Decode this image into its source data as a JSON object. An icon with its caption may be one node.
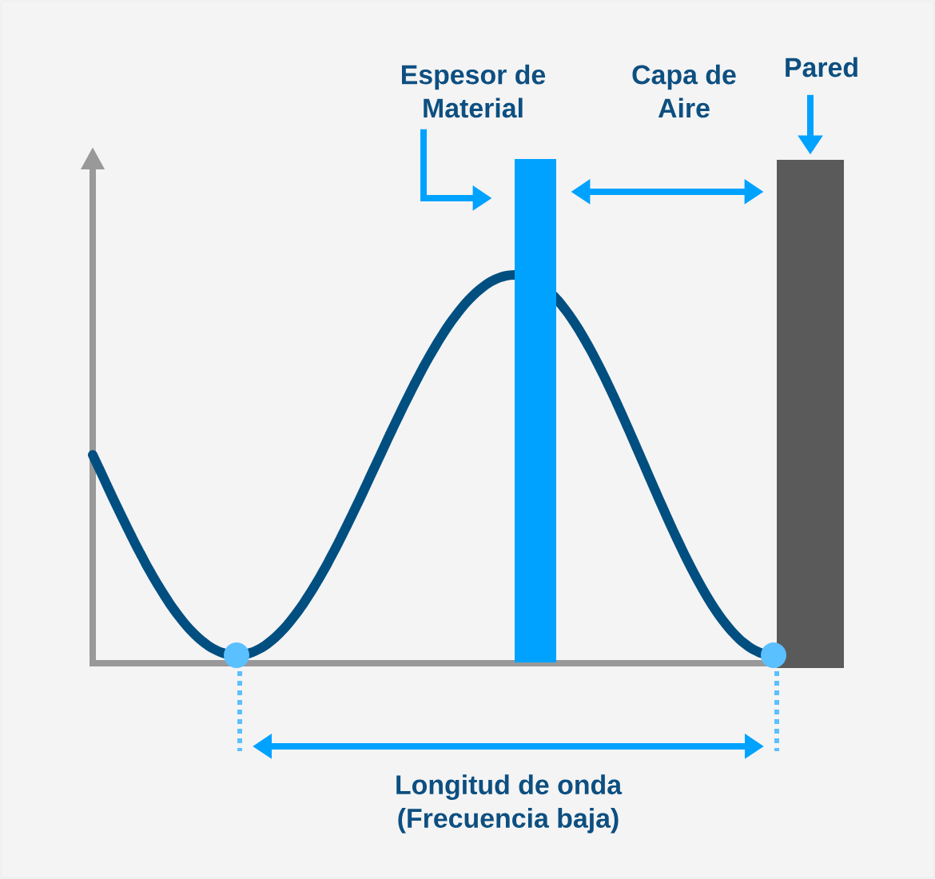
{
  "diagram": {
    "nodes": [
      {
        "text": [
          "Espesor de Material"
        ]
      },
      {
        "text": [],
        "shape": "bar"
      },
      {
        "text": [
          "Pared"
        ]
      },
      {
        "text": [],
        "shape": "bar"
      }
    ],
    "edges": [
      {
        "from": 0,
        "to": 1,
        "arrow": "to"
      },
      {
        "from": 2,
        "to": 3,
        "arrow": "to"
      },
      {
        "from": 1,
        "to": 3,
        "arrow": "both"
      }
    ],
    "labels": [
      "Capa de Aire",
      "Longitud de onda (Frecuencia baja)"
    ]
  }
}
